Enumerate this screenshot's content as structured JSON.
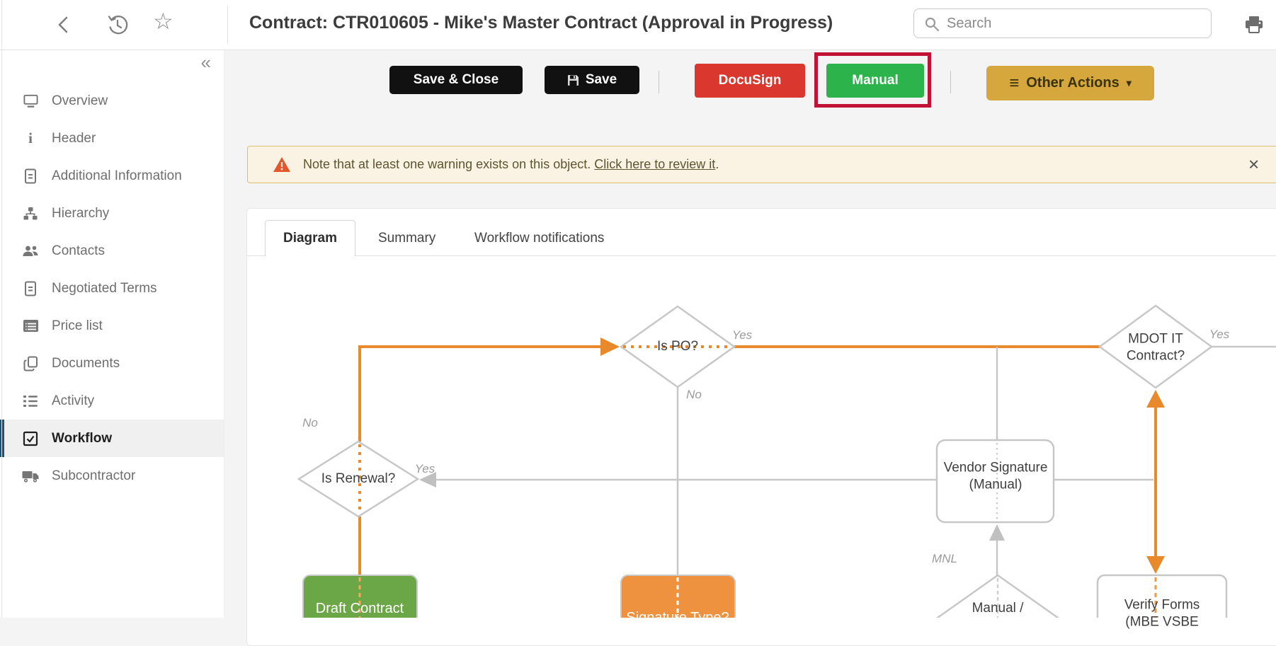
{
  "topbar": {
    "title": "Contract: CTR010605 - Mike's Master Contract (Approval in Progress)",
    "search_placeholder": "Search"
  },
  "actions": {
    "save_close": "Save & Close",
    "save": "Save",
    "docusign": "DocuSign",
    "manual": "Manual",
    "other_actions": "Other Actions"
  },
  "icons": {
    "collapse": "«",
    "hamburger": "≡",
    "caret": "▾",
    "close": "✕",
    "star": "☆"
  },
  "warning": {
    "message": "Note that at least one warning exists on this object.",
    "link": "Click here to review it",
    "suffix": "."
  },
  "tabs": {
    "diagram": "Diagram",
    "summary": "Summary",
    "workflow_notifications": "Workflow notifications"
  },
  "sidebar": {
    "items": [
      {
        "label": "Overview"
      },
      {
        "label": "Header"
      },
      {
        "label": "Additional Information"
      },
      {
        "label": "Hierarchy"
      },
      {
        "label": "Contacts"
      },
      {
        "label": "Negotiated Terms"
      },
      {
        "label": "Price list"
      },
      {
        "label": "Documents"
      },
      {
        "label": "Activity"
      },
      {
        "label": "Workflow"
      },
      {
        "label": "Subcontractor"
      }
    ],
    "selected": "Workflow"
  },
  "diagram": {
    "nodes": {
      "is_po": "Is PO?",
      "mdot_it_contract": "MDOT IT\nContract?",
      "is_renewal": "Is Renewal?",
      "vendor_signature": "Vendor Signature\n(Manual)",
      "draft_contract": "Draft Contract",
      "signature_type": "Signature Type?",
      "manual_branch": "Manual /",
      "verify_forms": "Verify Forms\n(MBE VSBE"
    },
    "edge_labels": {
      "po_yes": "Yes",
      "po_no": "No",
      "renewal_no": "No",
      "renewal_yes": "Yes",
      "mdot_yes": "Yes",
      "mnl": "MNL"
    }
  },
  "colors": {
    "path_active": "#E8892B",
    "path_default": "#C7C7C7",
    "node_green": "#6CA747",
    "node_orange": "#EE9240",
    "button_black": "#111111",
    "button_red": "#DA372F",
    "button_green": "#2CB34B",
    "button_gold": "#D5A73D",
    "annotation_red": "#C11236",
    "warning_bg": "#FAF2E3",
    "warning_border": "#DDBE6F",
    "sidebar_active_bar": "#1C527A"
  }
}
